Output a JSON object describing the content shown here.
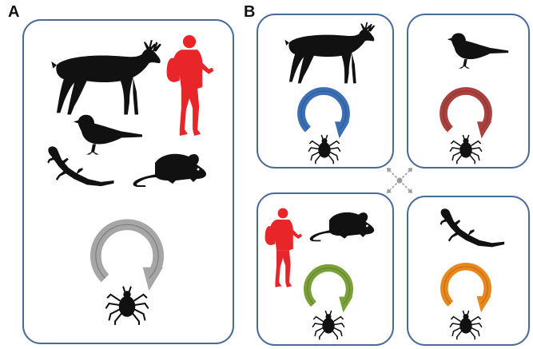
{
  "panel_a": {
    "label": "A",
    "hosts": [
      "deer-icon",
      "human-icon",
      "bird-icon",
      "lizard-icon",
      "mouse-icon"
    ],
    "cycle_color": "#a6a6a6"
  },
  "panel_b": {
    "label": "B",
    "subpanels": [
      {
        "position": "top-left",
        "hosts": [
          "deer-icon"
        ],
        "cycle_color": "#3a6fb5"
      },
      {
        "position": "top-right",
        "hosts": [
          "bird-icon"
        ],
        "cycle_color": "#a9423f"
      },
      {
        "position": "bottom-left",
        "hosts": [
          "human-icon",
          "mouse-icon"
        ],
        "cycle_color": "#7aa03a"
      },
      {
        "position": "bottom-right",
        "hosts": [
          "lizard-icon"
        ],
        "cycle_color": "#e8871d"
      }
    ],
    "connector_color": "#9a9a9a"
  },
  "colors": {
    "frame": "#4a6a9a",
    "human": "#e8262a",
    "silhouette": "#111111"
  }
}
